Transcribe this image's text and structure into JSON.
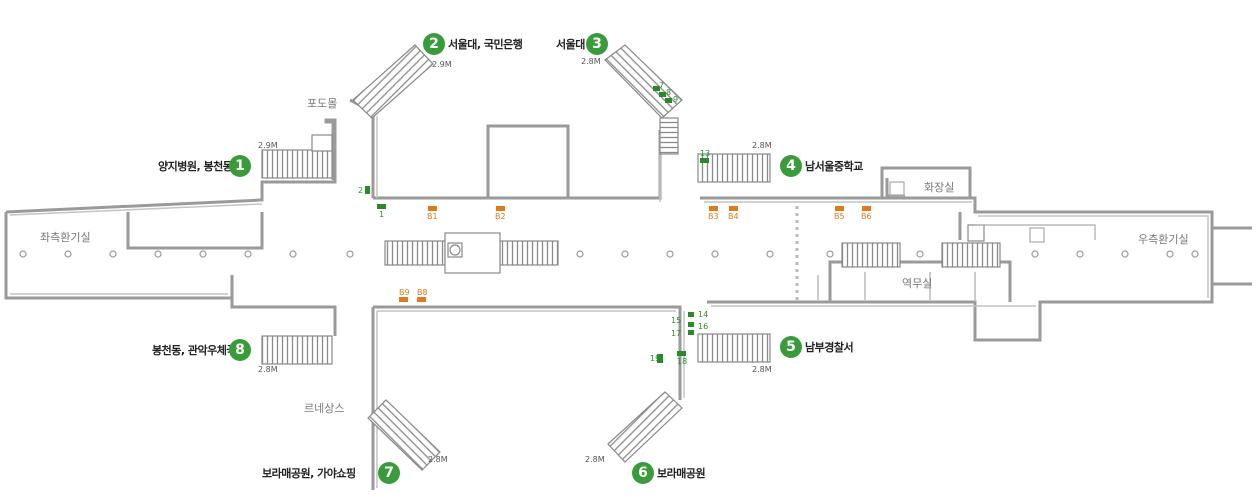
{
  "rooms": {
    "left_ventilation": "좌측환기실",
    "right_ventilation": "우측환기실",
    "restroom": "화장실",
    "station_office": "역무실",
    "podo_mall": "포도몰",
    "renaissance": "르네상스"
  },
  "exits": [
    {
      "number": "1",
      "label": "양지병원, 봉천동",
      "width_label": "2.9M"
    },
    {
      "number": "2",
      "label": "서울대, 국민은행",
      "width_label": "2.9M"
    },
    {
      "number": "3",
      "label": "서울대",
      "width_label": "2.8M"
    },
    {
      "number": "4",
      "label": "남서울중학교",
      "width_label": "2.8M"
    },
    {
      "number": "5",
      "label": "남부경찰서",
      "width_label": "2.8M"
    },
    {
      "number": "6",
      "label": "보라매공원",
      "width_label": "2.8M"
    },
    {
      "number": "7",
      "label": "보라매공원, 가야쇼핑",
      "width_label": "2.8M"
    },
    {
      "number": "8",
      "label": "봉천동, 관악우체국",
      "width_label": "2.8M"
    }
  ],
  "gates_green": [
    "1",
    "2",
    "7",
    "8",
    "9",
    "13",
    "14",
    "15",
    "16",
    "17",
    "18",
    "19"
  ],
  "gates_orange": [
    "B1",
    "B2",
    "B3",
    "B4",
    "B5",
    "B6",
    "B8",
    "B9"
  ],
  "colors": {
    "exit_badge": "#3a9b3a",
    "gate_green": "#2a8a2a",
    "gate_orange": "#e07a1a",
    "wall": "#9a9a9a"
  }
}
